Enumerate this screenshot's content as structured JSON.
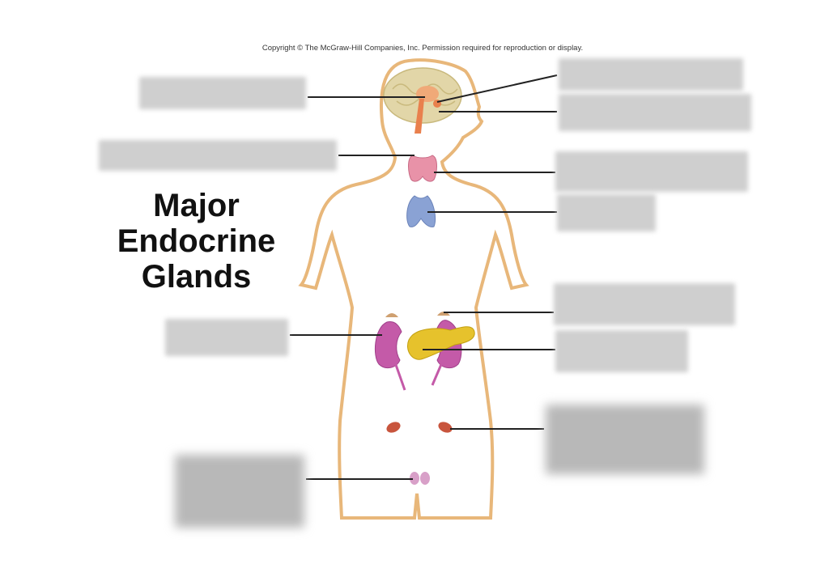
{
  "copyright": "Copyright © The McGraw-Hill Companies, Inc. Permission required for reproduction or display.",
  "title_lines": [
    "Major",
    "Endocrine",
    "Glands"
  ],
  "colors": {
    "body_outline": "#e8b77a",
    "body_fill": "#ffffff",
    "brain": "#e2d6a8",
    "hypothalamus": "#f0a978",
    "pituitary": "#e9804d",
    "thyroid": "#e892a8",
    "thymus": "#8aa2d4",
    "kidney": "#c45aa8",
    "pancreas": "#e6c22c",
    "adrenal": "#cfa070",
    "ovary": "#c8553d",
    "testis": "#d8a0c8",
    "leader_line": "#222222",
    "label_box": "#d0d0d0"
  },
  "labels": [
    {
      "id": "hypothalamus-label",
      "text": ""
    },
    {
      "id": "pineal-label",
      "text": ""
    },
    {
      "id": "pituitary-label",
      "text": ""
    },
    {
      "id": "parathyroid-label",
      "text": ""
    },
    {
      "id": "thyroid-label",
      "text": ""
    },
    {
      "id": "thymus-label",
      "text": ""
    },
    {
      "id": "adrenal-label",
      "text": ""
    },
    {
      "id": "kidney-label",
      "text": ""
    },
    {
      "id": "pancreas-label",
      "text": ""
    },
    {
      "id": "ovary-label",
      "text": ""
    },
    {
      "id": "testis-label",
      "text": ""
    }
  ]
}
